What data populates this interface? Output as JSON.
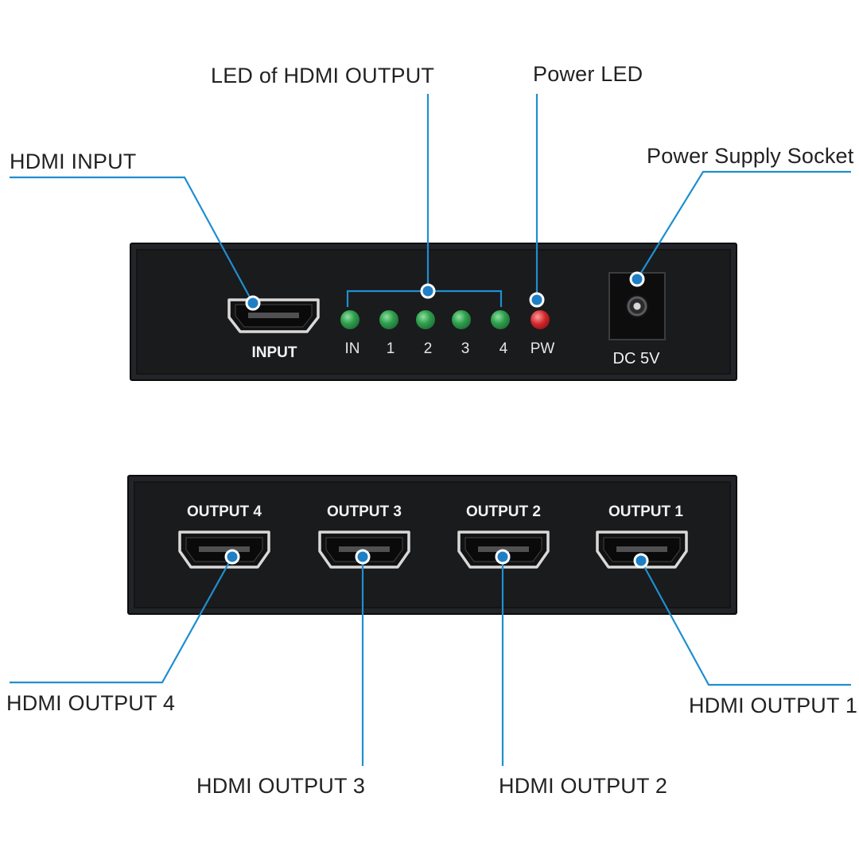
{
  "callouts": {
    "led_hdmi_output": "LED of HDMI OUTPUT",
    "power_led": "Power LED",
    "hdmi_input": "HDMI INPUT",
    "power_supply_socket": "Power Supply Socket",
    "hdmi_output_4": "HDMI OUTPUT 4",
    "hdmi_output_1": "HDMI OUTPUT 1",
    "hdmi_output_3": "HDMI OUTPUT 3",
    "hdmi_output_2": "HDMI OUTPUT 2"
  },
  "front_panel": {
    "input_label": "INPUT",
    "leds": [
      {
        "label": "IN",
        "color": "#2f9f4d"
      },
      {
        "label": "1",
        "color": "#2f9f4d"
      },
      {
        "label": "2",
        "color": "#2f9f4d"
      },
      {
        "label": "3",
        "color": "#2f9f4d"
      },
      {
        "label": "4",
        "color": "#2f9f4d"
      },
      {
        "label": "PW",
        "color": "#d0262a"
      }
    ],
    "dc_label": "DC 5V"
  },
  "rear_panel": {
    "ports": [
      "OUTPUT 4",
      "OUTPUT 3",
      "OUTPUT 2",
      "OUTPUT 1"
    ]
  },
  "colors": {
    "leader_line": "#1f7fc4",
    "panel": "#1a1b1d"
  }
}
